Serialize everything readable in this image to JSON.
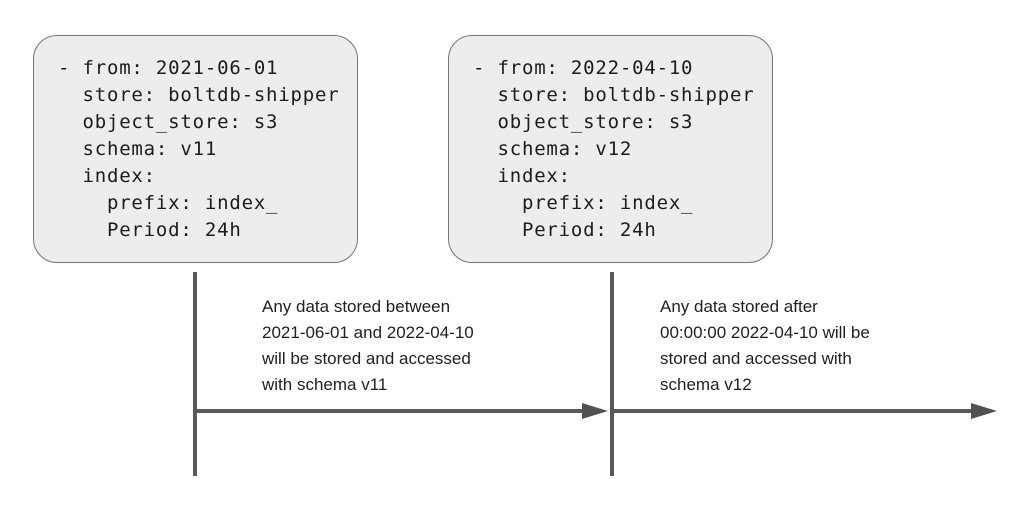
{
  "diagram": {
    "kind": "schema-config-timeline",
    "boxes": [
      {
        "name": "schema-period-v11",
        "code": "- from: 2021-06-01\n  store: boltdb-shipper\n  object_store: s3\n  schema: v11\n  index:\n    prefix: index_\n    Period: 24h"
      },
      {
        "name": "schema-period-v12",
        "code": "- from: 2022-04-10\n  store: boltdb-shipper\n  object_store: s3\n  schema: v12\n  index:\n    prefix: index_\n    Period: 24h"
      }
    ],
    "annotations": [
      {
        "name": "v11-period-note",
        "text": "Any data stored between\n2021-06-01 and 2022-04-10\nwill be stored and accessed\nwith schema v11"
      },
      {
        "name": "v12-period-note",
        "text": "Any data stored after\n00:00:00 2022-04-10 will be\nstored and accessed with\nschema v12"
      }
    ],
    "colors": {
      "box_fill": "#ededed",
      "box_border": "#767676",
      "timeline_line": "#58595b",
      "arrowhead": "#515254",
      "code_text": "#1c1c1c",
      "annotation_text": "#1f1f1f",
      "background": "#ffffff"
    }
  }
}
